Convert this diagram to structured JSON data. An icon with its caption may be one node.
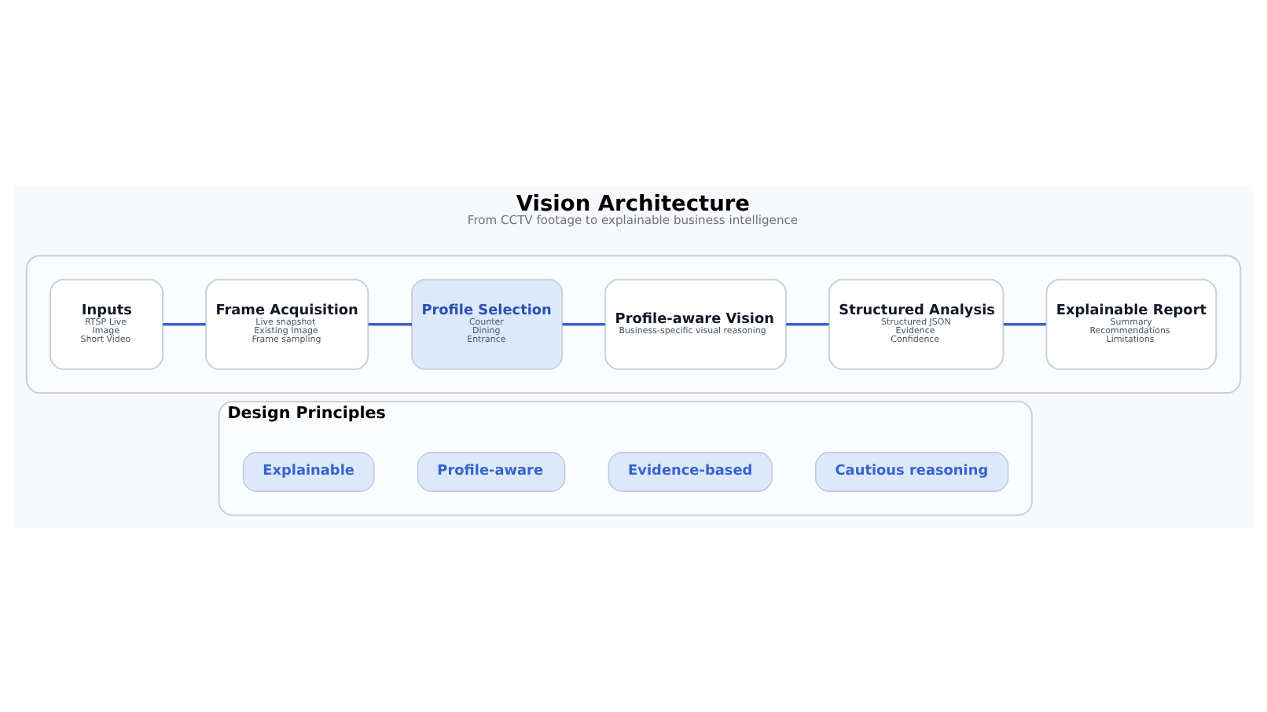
{
  "diagram": {
    "title": "Vision Architecture",
    "caption": "From CCTV footage to explainable business intelligence",
    "nodes": [
      {
        "text": [],
        "shape": "box"
      },
      {
        "text": [
          "Inputs",
          "RTSP Live",
          "Image",
          "Short Video"
        ],
        "in": 0
      },
      {
        "text": [
          "Frame Acquisition",
          "Live snapshot",
          "Existing Image",
          "Frame sampling"
        ],
        "in": 0
      },
      {
        "text": [
          "Profile Selection",
          "Counter",
          "Dining",
          "Entrance"
        ],
        "in": 0
      },
      {
        "text": [
          "Profile-aware Vision",
          "Business-specific visual reasoning"
        ],
        "in": 0
      },
      {
        "text": [
          "Structured Analysis",
          "Structured JSON",
          "Evidence",
          "Confidence"
        ],
        "in": 0
      },
      {
        "text": [
          "Explainable Report",
          "Summary",
          "Recommendations",
          "Limitations"
        ],
        "in": 0
      },
      {
        "text": [
          "Design Principles"
        ]
      },
      {
        "text": [
          "Explainable"
        ],
        "in": 7
      },
      {
        "text": [
          "Profile-aware"
        ],
        "in": 7
      },
      {
        "text": [
          "Evidence-based"
        ],
        "in": 7
      },
      {
        "text": [
          "Cautious reasoning"
        ],
        "in": 7
      }
    ],
    "edges": [
      {
        "from": 1,
        "to": 2,
        "arrow": "none"
      },
      {
        "from": 2,
        "to": 3,
        "arrow": "none"
      },
      {
        "from": 3,
        "to": 4,
        "arrow": "none"
      },
      {
        "from": 4,
        "to": 5,
        "arrow": "none"
      },
      {
        "from": 5,
        "to": 6,
        "arrow": "none"
      }
    ]
  }
}
